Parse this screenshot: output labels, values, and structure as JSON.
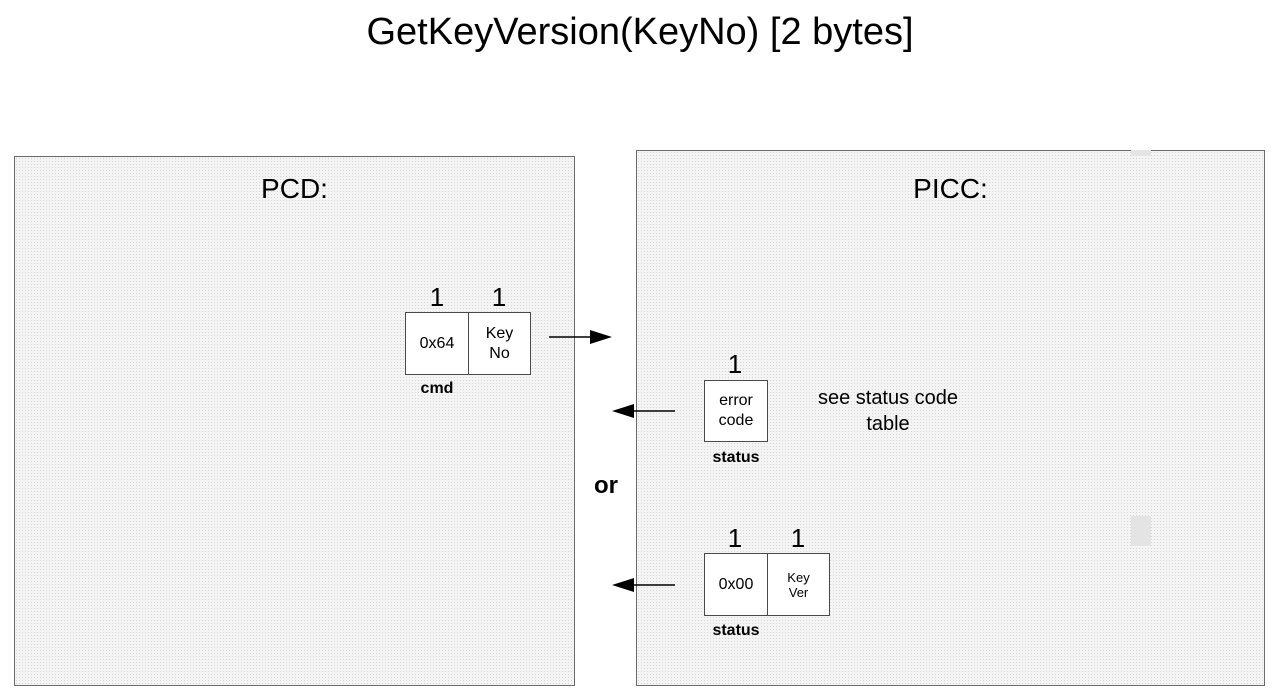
{
  "title": "GetKeyVersion(KeyNo) [2 bytes]",
  "pcd": {
    "label": "PCD:",
    "command": {
      "sizes": [
        "1",
        "1"
      ],
      "fields": [
        "0x64",
        "Key\nNo"
      ],
      "caption": "cmd"
    }
  },
  "picc": {
    "label": "PICC:",
    "error_response": {
      "size": "1",
      "field": "error\ncode",
      "caption": "status",
      "note": "see status code\ntable"
    },
    "or_label": "or",
    "ok_response": {
      "sizes": [
        "1",
        "1"
      ],
      "fields": [
        "0x00",
        "Key\nVer"
      ],
      "caption": "status"
    }
  }
}
